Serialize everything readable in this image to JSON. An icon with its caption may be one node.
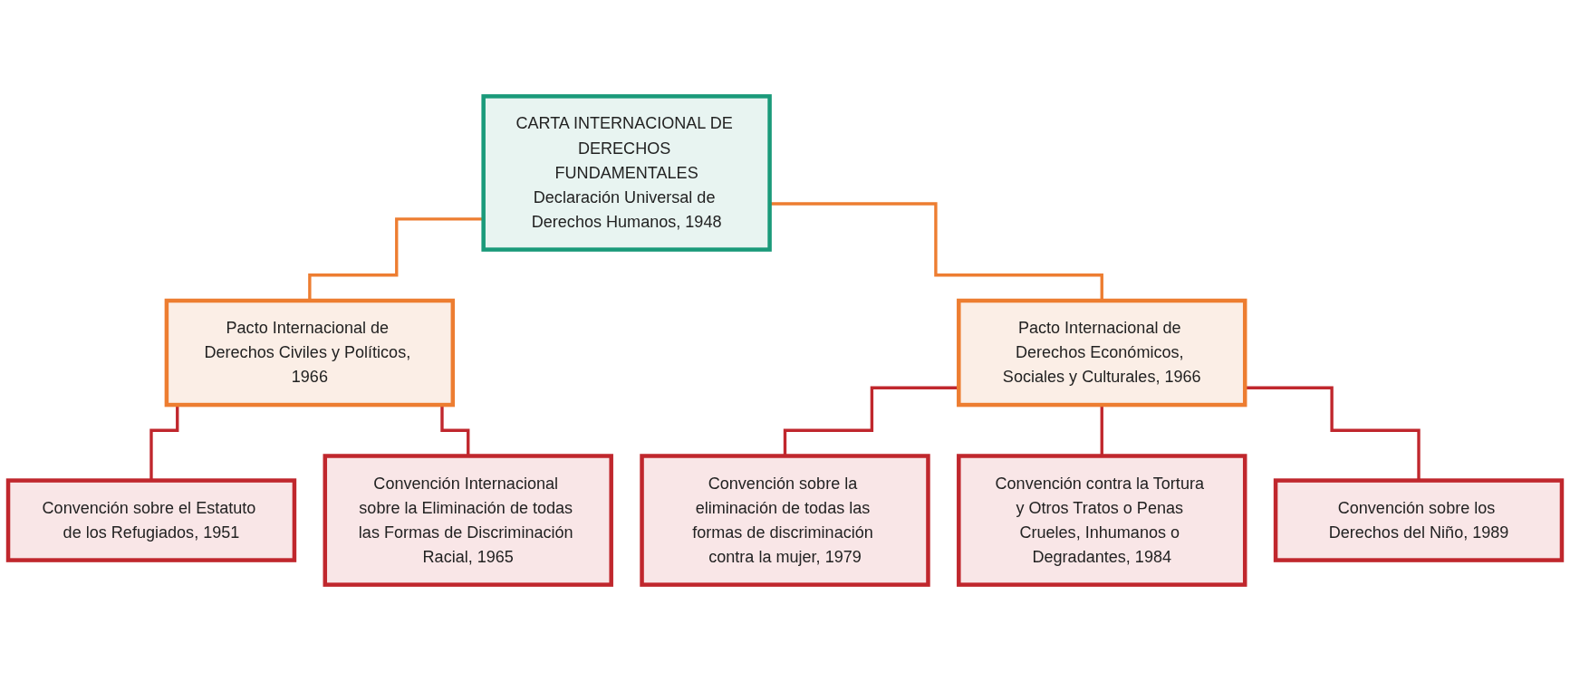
{
  "diagram": {
    "nodes": [
      {
        "text": [
          "CARTA INTERNACIONAL DE DERECHOS FUNDAMENTALES",
          "Declaración Universal de Derechos Humanos, 1948"
        ]
      },
      {
        "text": [
          "Pacto Internacional de Derechos Civiles y Políticos, 1966"
        ]
      },
      {
        "text": [
          "Pacto Internacional de Derechos Económicos, Sociales y Culturales, 1966"
        ]
      },
      {
        "text": [
          "Convención sobre el Estatuto de los Refugiados, 1951"
        ]
      },
      {
        "text": [
          "Convención Internacional sobre la Eliminación de todas las Formas de Discriminación Racial, 1965"
        ]
      },
      {
        "text": [
          "Convención sobre la eliminación de todas las formas de discriminación contra la mujer, 1979"
        ]
      },
      {
        "text": [
          "Convención contra la Tortura y Otros Tratos o Penas Crueles, Inhumanos o Degradantes, 1984"
        ]
      },
      {
        "text": [
          "Convención sobre los Derechos del Niño, 1989"
        ]
      }
    ],
    "edges": [
      {
        "from": 0,
        "to": 1,
        "arrow": "none",
        "color": "#ed7d31"
      },
      {
        "from": 0,
        "to": 2,
        "arrow": "none",
        "color": "#ed7d31"
      },
      {
        "from": 1,
        "to": 3,
        "arrow": "none"
      },
      {
        "from": 1,
        "to": 4,
        "arrow": "none"
      },
      {
        "from": 2,
        "to": 5,
        "arrow": "none"
      },
      {
        "from": 2,
        "to": 6,
        "arrow": "none"
      },
      {
        "from": 2,
        "to": 7,
        "arrow": "none"
      }
    ]
  }
}
